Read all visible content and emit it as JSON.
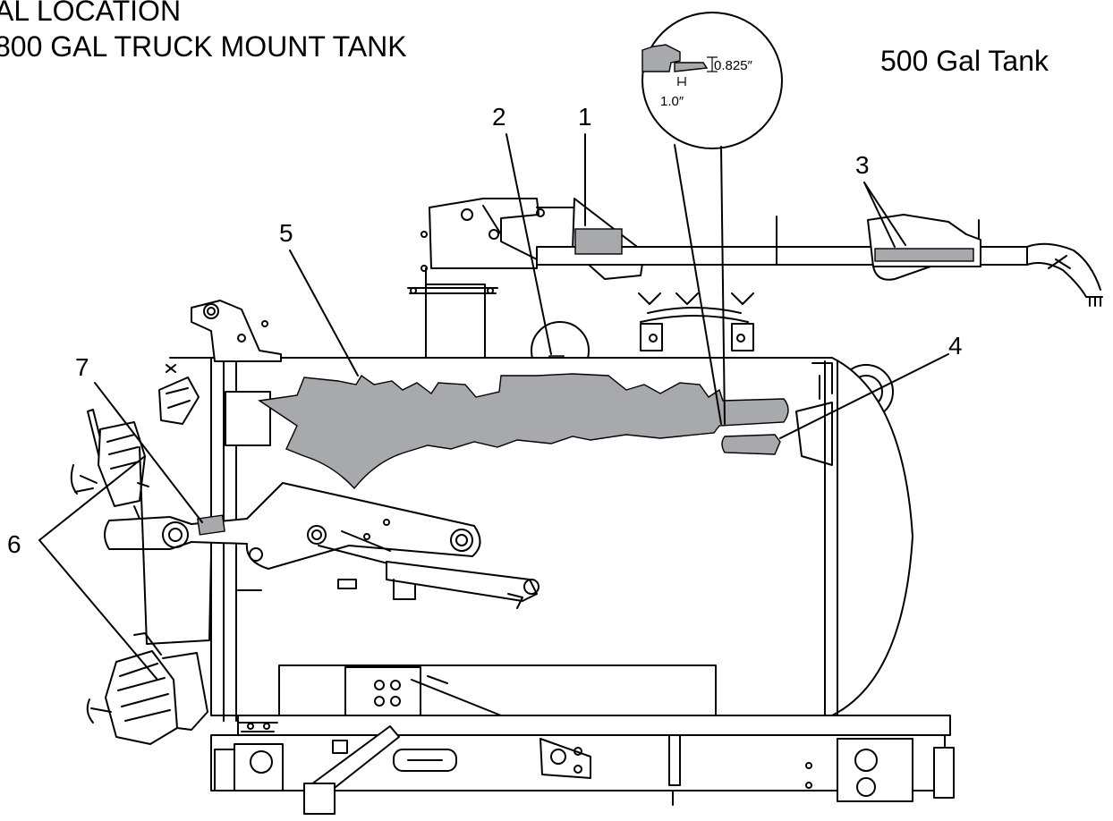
{
  "titles": {
    "line1": "AL LOCATION",
    "line2": "800 GAL TRUCK MOUNT TANK",
    "tank_label": "500 Gal Tank"
  },
  "detail": {
    "dim_height": "0.825″",
    "dim_width": "1.0″"
  },
  "callouts": {
    "c1": "1",
    "c2": "2",
    "c3": "3",
    "c4": "4",
    "c5": "5",
    "c6": "6",
    "c7": "7"
  },
  "colors": {
    "decal_fill": "#a7a9ac",
    "line": "#000000",
    "background": "#ffffff"
  }
}
